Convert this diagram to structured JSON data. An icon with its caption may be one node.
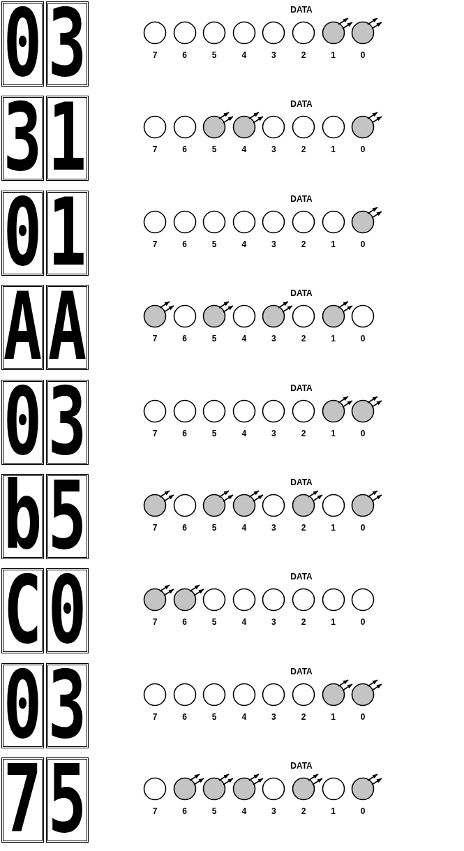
{
  "diagram": {
    "nodes": [
      {
        "text": [
          "0"
        ]
      },
      {
        "text": [
          "3"
        ]
      },
      {
        "text": [
          "3"
        ]
      },
      {
        "text": [
          "1"
        ]
      },
      {
        "text": [
          "0"
        ]
      },
      {
        "text": [
          "1"
        ]
      },
      {
        "text": [
          "A"
        ]
      },
      {
        "text": [
          "A"
        ]
      },
      {
        "text": [
          "0"
        ]
      },
      {
        "text": [
          "3"
        ]
      },
      {
        "text": [
          "b"
        ]
      },
      {
        "text": [
          "5"
        ]
      },
      {
        "text": [
          "C"
        ]
      },
      {
        "text": [
          "0"
        ]
      },
      {
        "text": [
          "0"
        ]
      },
      {
        "text": [
          "3"
        ]
      },
      {
        "text": [
          "7"
        ]
      },
      {
        "text": [
          "5"
        ]
      }
    ],
    "labels": [
      "DATA",
      "7",
      "6",
      "5",
      "4",
      "3",
      "2",
      "1",
      "0",
      "DATA",
      "7",
      "6",
      "5",
      "4",
      "3",
      "2",
      "1",
      "0",
      "DATA",
      "7",
      "6",
      "5",
      "4",
      "3",
      "2",
      "1",
      "0",
      "DATA",
      "7",
      "6",
      "5",
      "4",
      "3",
      "2",
      "1",
      "0",
      "DATA",
      "7",
      "6",
      "5",
      "4",
      "3",
      "2",
      "1",
      "0",
      "DATA",
      "7",
      "6",
      "5",
      "4",
      "3",
      "2",
      "1",
      "0",
      "DATA",
      "7",
      "6",
      "5",
      "4",
      "3",
      "2",
      "1",
      "0",
      "DATA",
      "7",
      "6",
      "5",
      "4",
      "3",
      "2",
      "1",
      "0",
      "DATA",
      "7",
      "6",
      "5",
      "4",
      "3",
      "2",
      "1",
      "0"
    ]
  }
}
